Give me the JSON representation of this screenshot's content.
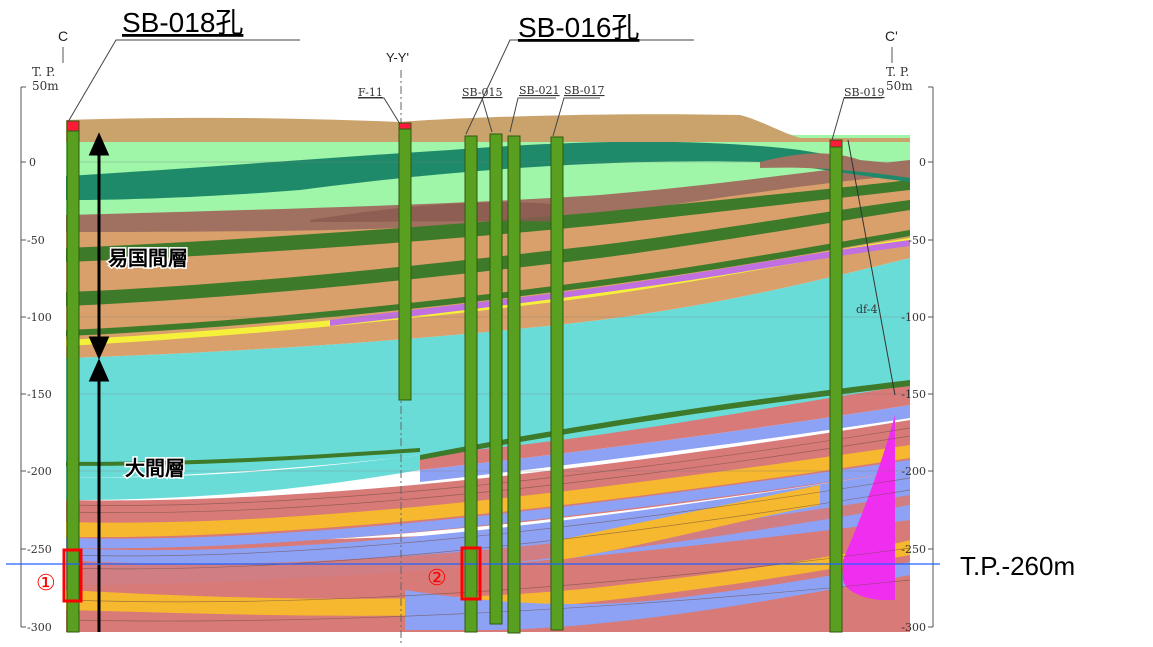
{
  "section": {
    "left_end": "C",
    "right_end": "C'",
    "datum_left": "T. P.",
    "datum_right": "T. P.",
    "top_label_left": "50m",
    "top_label_right": "50m",
    "crossing_line": "Y-Y'"
  },
  "depth_ticks": [
    "0",
    "-50",
    "-100",
    "-150",
    "-200",
    "-250",
    "-300"
  ],
  "boreholes": {
    "sb018": "SB-018孔",
    "sb016": "SB-016孔",
    "f11": "F-11",
    "sb015": "SB-015",
    "sb021": "SB-021",
    "sb017": "SB-017",
    "sb019": "SB-019"
  },
  "fault_label": "df-4",
  "formations": {
    "upper": "易国間層",
    "lower": "大間層"
  },
  "markers": {
    "one": "①",
    "two": "②"
  },
  "reference_line": "T.P.-260m",
  "colors": {
    "fill_soil": "#c9a36b",
    "light_green": "#9ff5a8",
    "dark_green": "#3d7a2a",
    "teal": "#1f8a6a",
    "brown": "#a07060",
    "tan": "#d9a06b",
    "cyan": "#6adcd8",
    "red": "#d77a78",
    "orange": "#f5b82e",
    "blue": "#8ea2f5",
    "magenta": "#f02ef0",
    "yellow": "#f5f03a",
    "borehole": "#5aa020",
    "ref_line": "#1e62ff",
    "marker_red": "#ff0000"
  }
}
